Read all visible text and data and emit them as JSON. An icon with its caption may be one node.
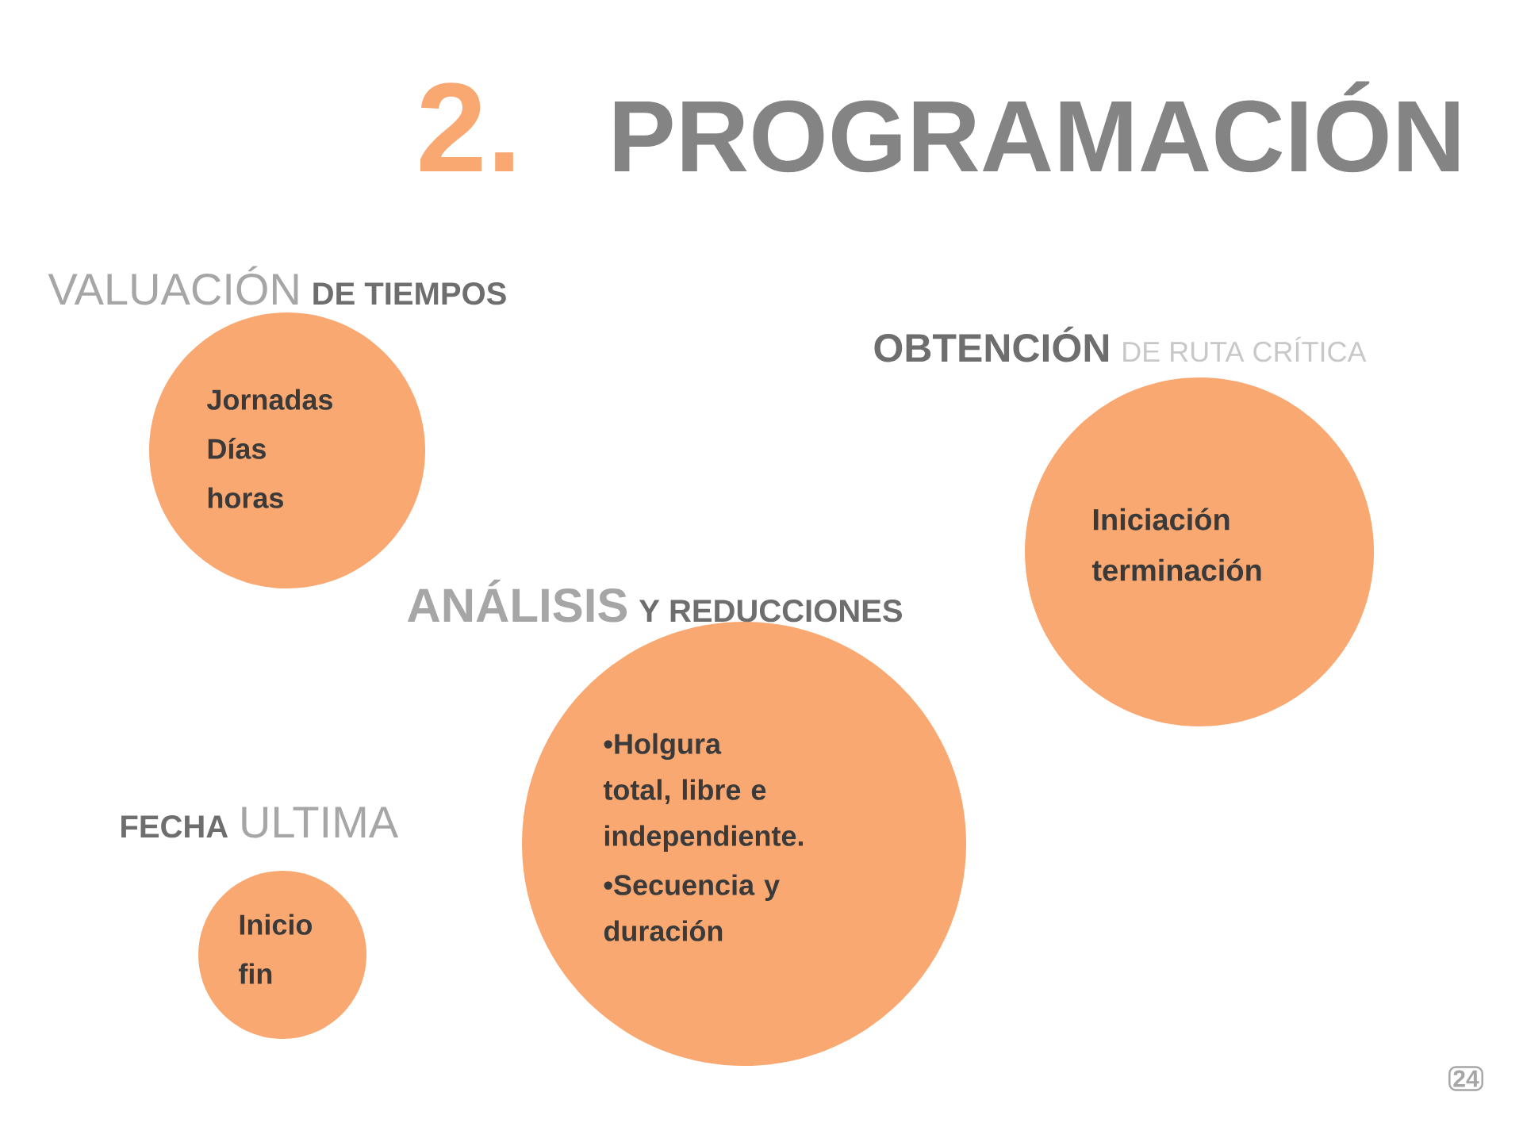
{
  "diagram": {
    "title": "PROGRAMACIÓN",
    "nodes": [
      {
        "text": [
          "VALUACIÓN",
          "DE TIEMPOS",
          "Jornadas",
          "Días",
          "horas"
        ]
      },
      {
        "text": [
          "OBTENCIÓN",
          "DE RUTA CRÍTICA",
          "Iniciación",
          "terminación"
        ]
      },
      {
        "text": [
          "ANÁLISIS",
          "Y REDUCCIONES",
          "•Holgura total, libre e independiente.",
          "•Secuencia y duración"
        ]
      },
      {
        "text": [
          "FECHA",
          "ULTIMA",
          "Inicio",
          "fin"
        ]
      }
    ],
    "labels": [
      "2.",
      "24"
    ]
  }
}
